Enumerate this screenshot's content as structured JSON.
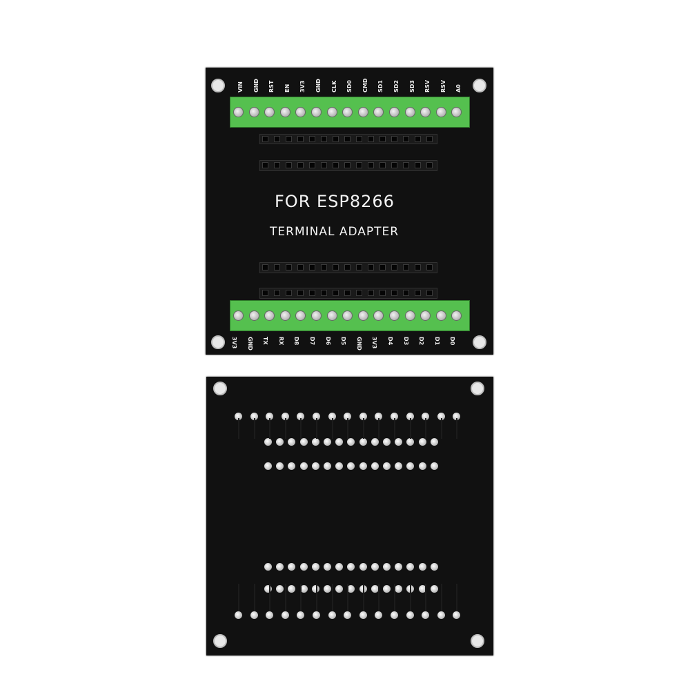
{
  "front": {
    "title": "FOR ESP8266",
    "subtitle": "TERMINAL ADAPTER",
    "top_labels": [
      "VIN",
      "GND",
      "RST",
      "EN",
      "3V3",
      "GND",
      "CLK",
      "SD0",
      "CMD",
      "SD1",
      "SD2",
      "SD3",
      "RSV",
      "RSV",
      "A0"
    ],
    "bottom_labels": [
      "3V3",
      "GND",
      "TX",
      "RX",
      "D8",
      "D7",
      "D6",
      "D5",
      "GND",
      "3V3",
      "D4",
      "D3",
      "D2",
      "D1",
      "D0"
    ]
  },
  "colors": {
    "pcb": "#111111",
    "terminal": "#55c04f",
    "silkscreen": "#f4f4f4"
  }
}
